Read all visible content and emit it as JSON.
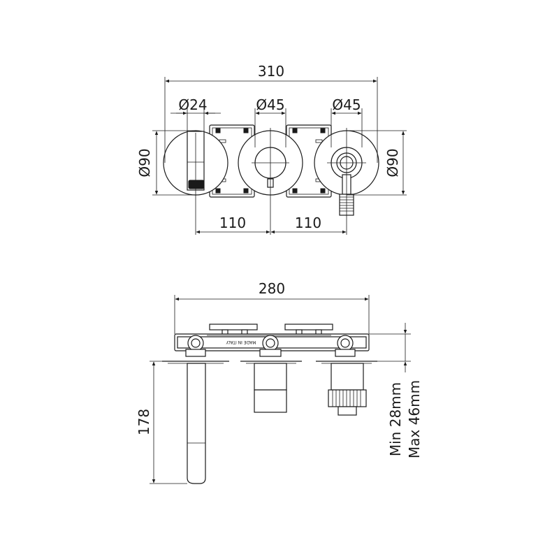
{
  "front_view": {
    "overall_width": "310",
    "spout_diameter": "Ø24",
    "center_diameter": "Ø45",
    "right_diameter": "Ø45",
    "left_plate_diameter": "Ø90",
    "right_plate_diameter": "Ø90",
    "spacing_left": "110",
    "spacing_right": "110"
  },
  "side_view": {
    "overall_width": "280",
    "spout_length": "178",
    "depth_min": "Min 28mm",
    "depth_max": "Max 46mm",
    "body_marking": "MADE IN ITALY"
  },
  "colors": {
    "line": "#1a1a1a",
    "background": "#ffffff"
  }
}
